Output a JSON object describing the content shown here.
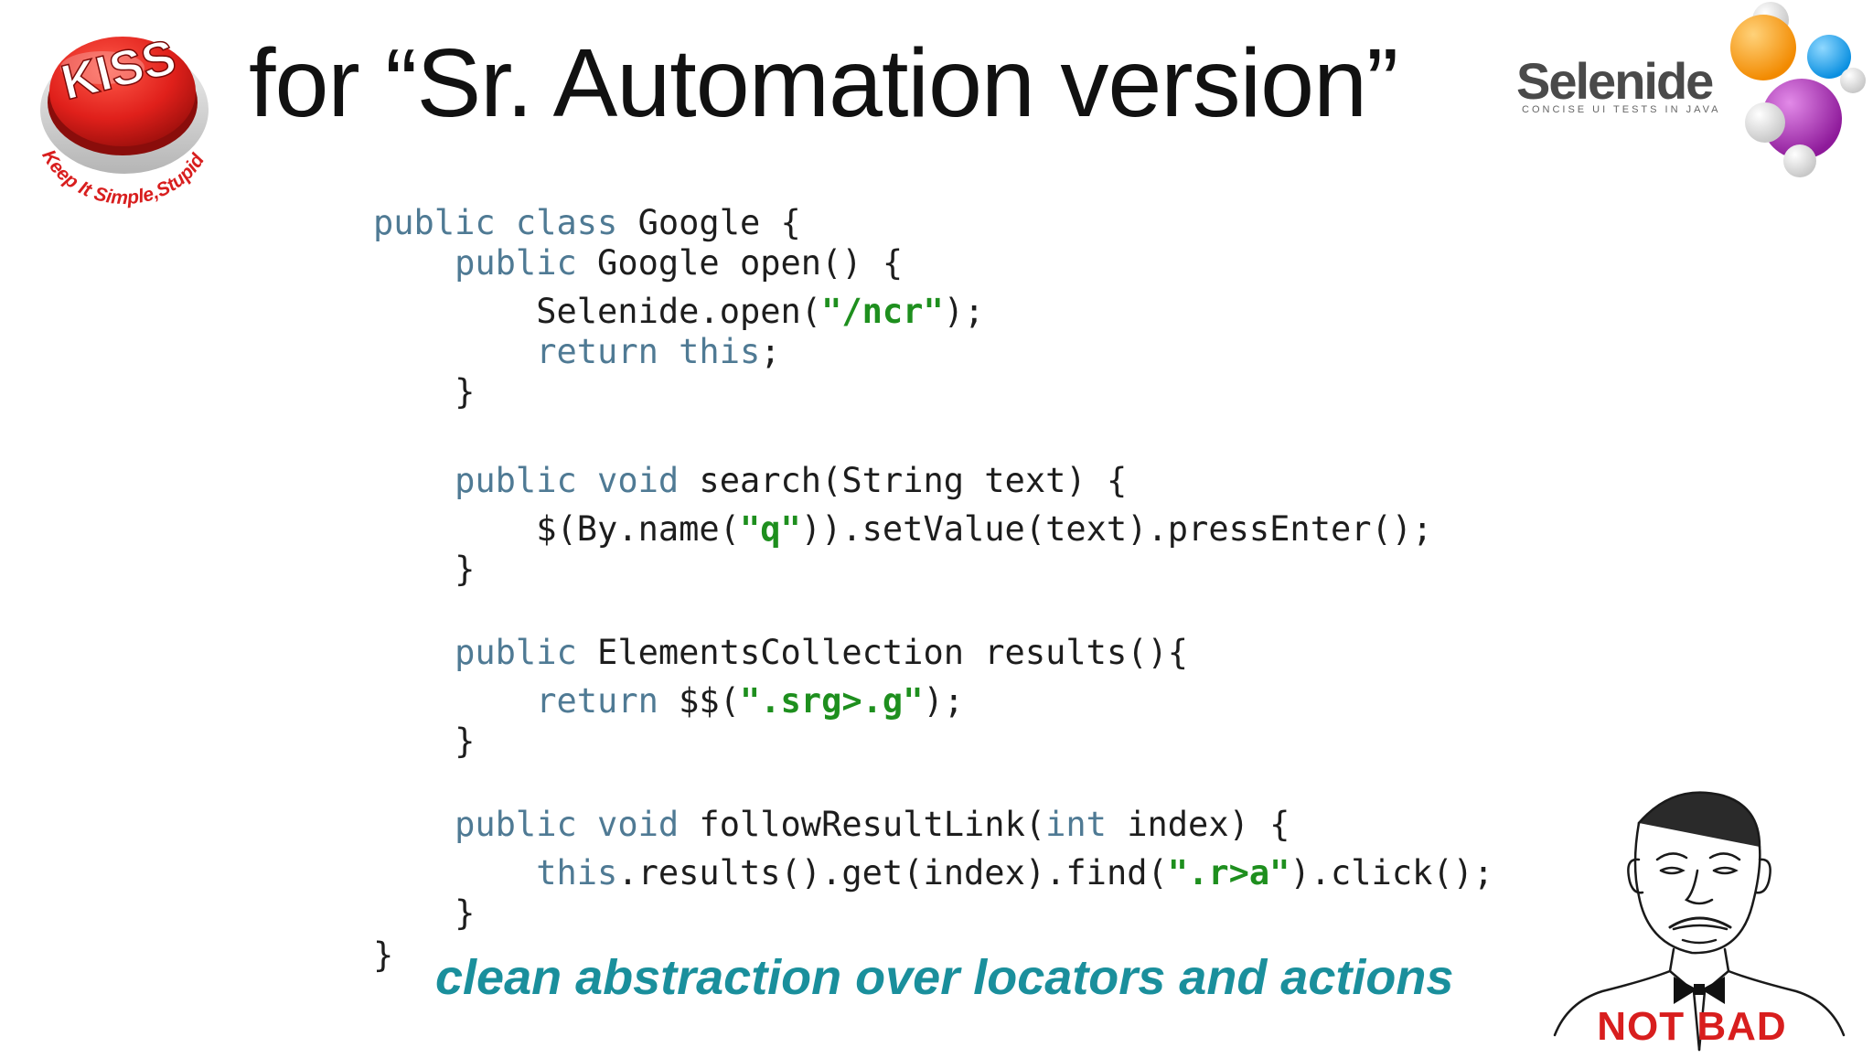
{
  "title": "for “Sr. Automation version”",
  "kiss_logo": {
    "button_text": "KISS",
    "arc_text": "Keep It Simple,Stupid",
    "icon": "red-push-button-icon"
  },
  "selenide_logo": {
    "name": "Selenide",
    "tagline": "CONCISE UI TESTS IN JAVA",
    "icon": "molecule-icon"
  },
  "code": [
    [
      {
        "t": "public class",
        "c": "kw"
      },
      {
        "t": " Google {"
      }
    ],
    [
      {
        "t": "    "
      },
      {
        "t": "public",
        "c": "kw"
      },
      {
        "t": " Google open() {"
      }
    ],
    [
      {
        "t": "        Selenide.open("
      },
      {
        "t": "\"/ncr\"",
        "c": "str"
      },
      {
        "t": ");"
      }
    ],
    [
      {
        "t": "        "
      },
      {
        "t": "return this",
        "c": "kw"
      },
      {
        "t": ";"
      }
    ],
    [
      {
        "t": "    }"
      }
    ],
    [
      {
        "t": ""
      }
    ],
    [
      {
        "t": "    "
      },
      {
        "t": "public void",
        "c": "kw"
      },
      {
        "t": " search(String text) {"
      }
    ],
    [
      {
        "t": "        $(By.name("
      },
      {
        "t": "\"q\"",
        "c": "str"
      },
      {
        "t": ")).setValue(text).pressEnter();"
      }
    ],
    [
      {
        "t": "    }"
      }
    ],
    [
      {
        "t": ""
      }
    ],
    [
      {
        "t": "    "
      },
      {
        "t": "public",
        "c": "kw"
      },
      {
        "t": " ElementsCollection results(){"
      }
    ],
    [
      {
        "t": "        "
      },
      {
        "t": "return",
        "c": "kw"
      },
      {
        "t": " $$("
      },
      {
        "t": "\".srg>.g\"",
        "c": "str"
      },
      {
        "t": ");"
      }
    ],
    [
      {
        "t": "    }"
      }
    ],
    [
      {
        "t": ""
      }
    ],
    [
      {
        "t": "    "
      },
      {
        "t": "public void",
        "c": "kw"
      },
      {
        "t": " followResultLink("
      },
      {
        "t": "int",
        "c": "kw"
      },
      {
        "t": " index) {"
      }
    ],
    [
      {
        "t": "        "
      },
      {
        "t": "this",
        "c": "kw"
      },
      {
        "t": ".results().get(index).find("
      },
      {
        "t": "\".r>a\"",
        "c": "str"
      },
      {
        "t": ").click();"
      }
    ],
    [
      {
        "t": "    }"
      }
    ],
    [
      {
        "t": "}"
      }
    ]
  ],
  "tagline": "clean abstraction over locators and actions",
  "meme": {
    "caption": "NOT BAD",
    "icon": "not-bad-face-icon"
  },
  "colors": {
    "keyword": "#4f7a94",
    "string": "#1e8f1e",
    "tagline": "#1a8f9c",
    "kiss_red": "#e0201b",
    "caption_red": "#d81e1e"
  }
}
